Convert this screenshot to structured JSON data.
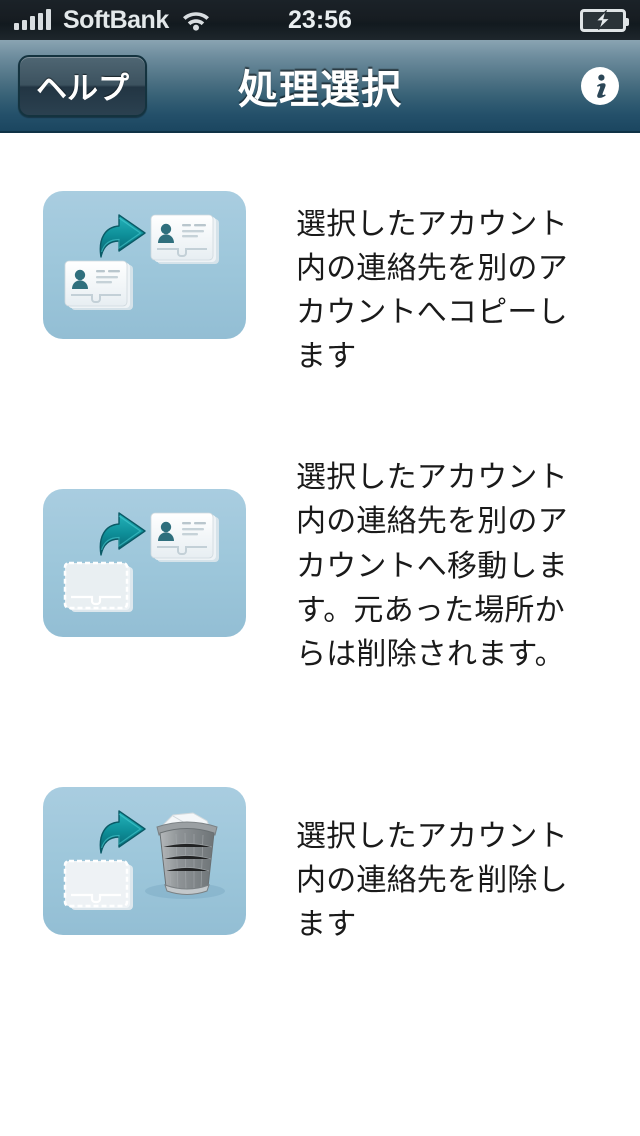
{
  "status_bar": {
    "carrier": "SoftBank",
    "time": "23:56",
    "signal_bars": 5,
    "wifi_icon": "wifi-icon",
    "battery_icon": "battery-charging-icon"
  },
  "nav_bar": {
    "back_label": "ヘルプ",
    "title": "処理選択",
    "info_icon": "info-circle-icon"
  },
  "options": [
    {
      "icon": "copy-contacts-icon",
      "description": "選択したアカウント内の連絡先を別のアカウントへコピーします"
    },
    {
      "icon": "move-contacts-icon",
      "description": "選択したアカウント内の連絡先を別のアカウントへ移動します。元あった場所からは削除されます。"
    },
    {
      "icon": "delete-contacts-icon",
      "description": "選択したアカウント内の連絡先を削除します"
    }
  ],
  "colors": {
    "navbar_dark": "#1b4660",
    "tile_blue": "#9cc6da",
    "arrow_teal": "#0e8b95",
    "text": "#1a1a1a",
    "background": "#ffffff"
  }
}
